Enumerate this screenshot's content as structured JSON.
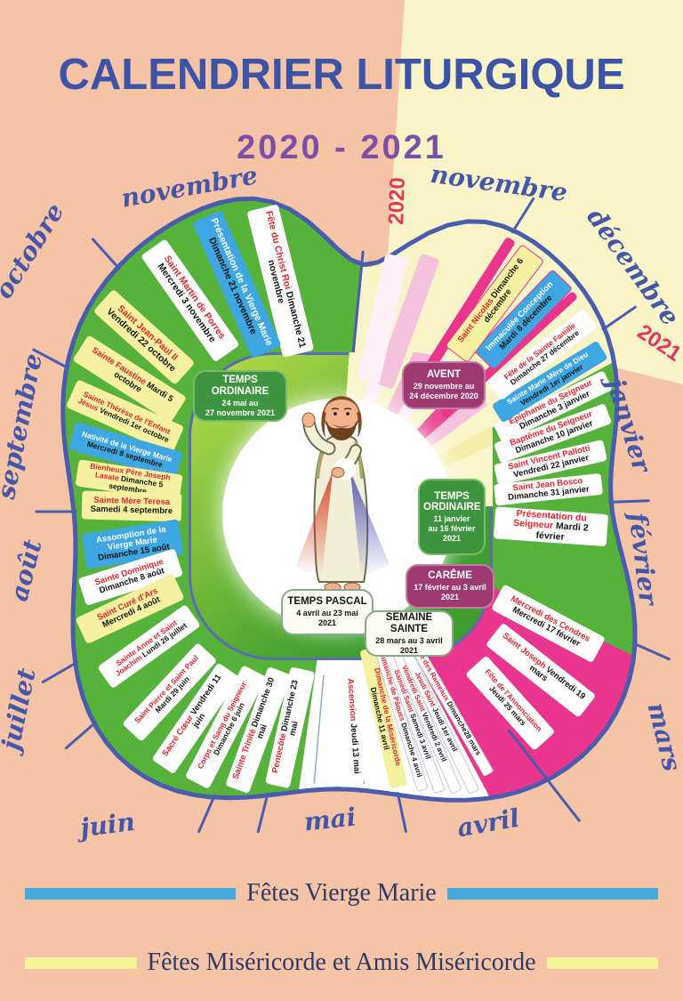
{
  "poster": {
    "title": "CALENDRIER LITURGIQUE",
    "subtitle": "2020 - 2021"
  },
  "palette": {
    "background_peach": "#f5c3a5",
    "background_yellow": "#f8f4c8",
    "outline_blue": "#4a5cad",
    "green": "#57b23c",
    "magenta": "#e9358d",
    "marie_blue": "#3ea6e0",
    "misericorde_yellow": "#f5f1a1",
    "red": "#e8232e",
    "title_blue": "#3c53a6",
    "subtitle_purple": "#7b4fa3",
    "month_blue": "#4456a8",
    "year_red": "#e8355e"
  },
  "wheel": {
    "year_labels": [
      "2020",
      "2021"
    ],
    "months": [
      "novembre",
      "novembre",
      "décembre",
      "janvier",
      "février",
      "mars",
      "avril",
      "mai",
      "juin",
      "juillet",
      "août",
      "septembre",
      "octobre"
    ],
    "center_figure": "Jésus Miséricordieux",
    "seasons": [
      {
        "title": "TEMPS ORDINAIRE",
        "lines": [
          "24 mai au",
          "27 novembre 2021"
        ],
        "style": "green"
      },
      {
        "title": "AVENT",
        "lines": [
          "29 novembre au",
          "24 décembre 2020"
        ],
        "style": "plum"
      },
      {
        "title": "TEMPS ORDINAIRE",
        "lines": [
          "11 janvier",
          "au 16 février",
          "2021"
        ],
        "style": "green"
      },
      {
        "title": "CARÊME",
        "lines": [
          "17 février au 3 avril",
          "2021"
        ],
        "style": "plum"
      },
      {
        "title": "TEMPS PASCAL",
        "lines": [
          "4 avril au 23 mai",
          "2021"
        ],
        "style": "white"
      },
      {
        "title": "SEMAINE SAINTE",
        "lines": [
          "28 mars au 3 avril",
          "2021"
        ],
        "style": "white"
      }
    ],
    "feasts": [
      {
        "name": "Fête du Christ Roi",
        "date": "Dimanche 21 novembre",
        "type": "plain"
      },
      {
        "name": "Présentation de la Vierge Marie",
        "date": "Dimanche 21 novembre",
        "type": "marie"
      },
      {
        "name": "Saint Martin de Porres",
        "date": "Mercredi 3 novembre",
        "type": "plain"
      },
      {
        "name": "Saint Jean-Paul II",
        "date": "Vendredi 22 octobre",
        "type": "misericorde"
      },
      {
        "name": "Sainte Faustine",
        "date": "Mardi 5 octobre",
        "type": "misericorde"
      },
      {
        "name": "Sainte Thérèse de l'Enfant Jésus",
        "date": "Vendredi 1er octobre",
        "type": "misericorde"
      },
      {
        "name": "Nativité de la Vierge Marie",
        "date": "Mercredi 8 septembre",
        "type": "marie"
      },
      {
        "name": "Bienheux Père Joseph Lasate",
        "date": "Dimanche 5 septembre",
        "type": "misericorde"
      },
      {
        "name": "Sainte Mère Teresa",
        "date": "Samedi 4 septembre",
        "type": "misericorde"
      },
      {
        "name": "Assomption de la Vierge Marie",
        "date": "Dimanche 15 août",
        "type": "marie"
      },
      {
        "name": "Sainte Dominique",
        "date": "Dimanche 8 août",
        "type": "plain"
      },
      {
        "name": "Saint Curé d'Ars",
        "date": "Mercredi 4 août",
        "type": "misericorde"
      },
      {
        "name": "Sainte Anne et Saint Joachim",
        "date": "Lundi 26 juillet",
        "type": "plain"
      },
      {
        "name": "Saint Pierre et Saint Paul",
        "date": "Mardi 29 juin",
        "type": "plain"
      },
      {
        "name": "Sacré Cœur",
        "date": "Vendredi 11 juin",
        "type": "plain"
      },
      {
        "name": "Corps et Sang du Seigneur",
        "date": "Dimanche 6 juin",
        "type": "plain"
      },
      {
        "name": "Sainte Trinité",
        "date": "Dimanche 30 mai",
        "type": "plain"
      },
      {
        "name": "Pentecôte",
        "date": "Dimanche 23 mai",
        "type": "plain"
      },
      {
        "name": "Ascension",
        "date": "Jeudi 13 mai",
        "type": "plain"
      },
      {
        "name": "Dimanche de la Miséricorde",
        "date": "Dimanche 11 avril",
        "type": "misericorde"
      },
      {
        "name": "Dimanche de Pâques",
        "date": "Dimanche 4 avril",
        "type": "holyweek"
      },
      {
        "name": "Samedi Saint",
        "date": "Samedi 3 avril",
        "type": "holyweek"
      },
      {
        "name": "Vendredi Saint",
        "date": "Vendredi 2 avril",
        "type": "holyweek"
      },
      {
        "name": "Jeudi Saint",
        "date": "Jeudi 1er avril",
        "type": "holyweek"
      },
      {
        "name": "Fête des Rameaux",
        "date": "Dimanche28 mars",
        "type": "holyweek"
      },
      {
        "name": "Fête de l'Annonciation",
        "date": "Jeudi 25 mars",
        "type": "plain"
      },
      {
        "name": "Saint Joseph",
        "date": "Vendredi 19 mars",
        "type": "plain"
      },
      {
        "name": "Mercredi des Cendres",
        "date": "Mercredi 17 février",
        "type": "plain"
      },
      {
        "name": "Présentation du Seigneur",
        "date": "Mardi 2 février",
        "type": "plain"
      },
      {
        "name": "Saint Jean Bosco",
        "date": "Dimanche 31 janvier",
        "type": "plain"
      },
      {
        "name": "Saint Vincent Pallotti",
        "date": "Vendredi 22 janvier",
        "type": "plain"
      },
      {
        "name": "Baptême du Seigneur",
        "date": "Dimanche 10 janvier",
        "type": "plain"
      },
      {
        "name": "Épiphanie du Seigneur",
        "date": "Dimanche 3 janvier",
        "type": "plain"
      },
      {
        "name": "Sainte Marie Mère de Dieu",
        "date": "Vendredi 1er janvier",
        "type": "marie"
      },
      {
        "name": "Fête de la Sainte Famille",
        "date": "Dimanche 27 décembre",
        "type": "plain"
      },
      {
        "name": "Immaculée Conception",
        "date": "Mardi 8 décembre",
        "type": "marie"
      },
      {
        "name": "Saint Nicolas",
        "date": "Dimanche 6 décembre",
        "type": "misericorde"
      }
    ]
  },
  "legend": {
    "items": [
      {
        "label": "Fêtes Vierge Marie",
        "color": "#45a9dd"
      },
      {
        "label": "Fêtes Miséricorde et Amis Miséricorde",
        "color": "#f7f39b"
      }
    ]
  }
}
